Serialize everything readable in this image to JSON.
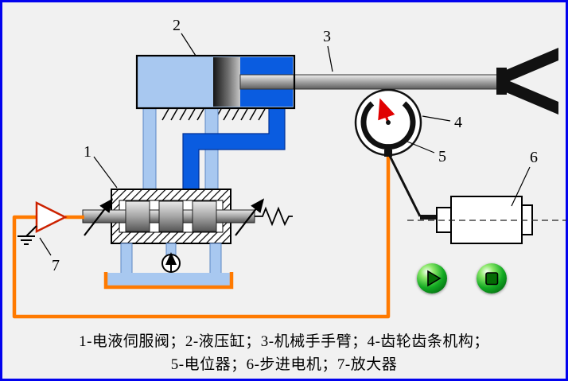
{
  "labels": {
    "servo_valve": "1",
    "hydraulic_cylinder": "2",
    "manipulator_arm": "3",
    "gear_rack_mechanism": "4",
    "potentiometer": "5",
    "stepper_motor": "6",
    "amplifier": "7"
  },
  "caption": {
    "line1": "1-电液伺服阀；2-液压缸；3-机械手手臂；4-齿轮齿条机构；",
    "line2": "5-电位器；6-步进电机；7-放大器"
  },
  "controls": {
    "play_icon": "play-triangle",
    "stop_icon": "stop-square"
  },
  "colors": {
    "frame_blue": "#0202ee",
    "background_gray": "#f1f1f1",
    "oil_light_blue": "#a8c8f0",
    "oil_pressure_blue": "#0a5ce0",
    "feedback_wire_orange": "#ff7a00",
    "needle_red": "#e00000",
    "button_green": "#12aa22"
  }
}
